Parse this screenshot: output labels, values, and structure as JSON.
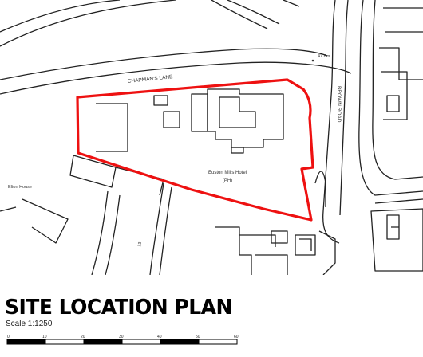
{
  "map": {
    "roads": {
      "north": "CHAPMAN'S LANE",
      "east": "BROWN ROAD"
    },
    "labels": {
      "site": "Euston Mills Hotel",
      "site_sub": "(PH)",
      "level": "47.8m",
      "west_building": "Elton House"
    },
    "colors": {
      "boundary": "#ee1111",
      "linework": "#222222"
    }
  },
  "plan": {
    "title": "SITE LOCATION PLAN",
    "scale": "Scale 1:1250",
    "scalebar_ticks": [
      "0",
      "10",
      "20",
      "30",
      "40",
      "50",
      "60"
    ]
  }
}
